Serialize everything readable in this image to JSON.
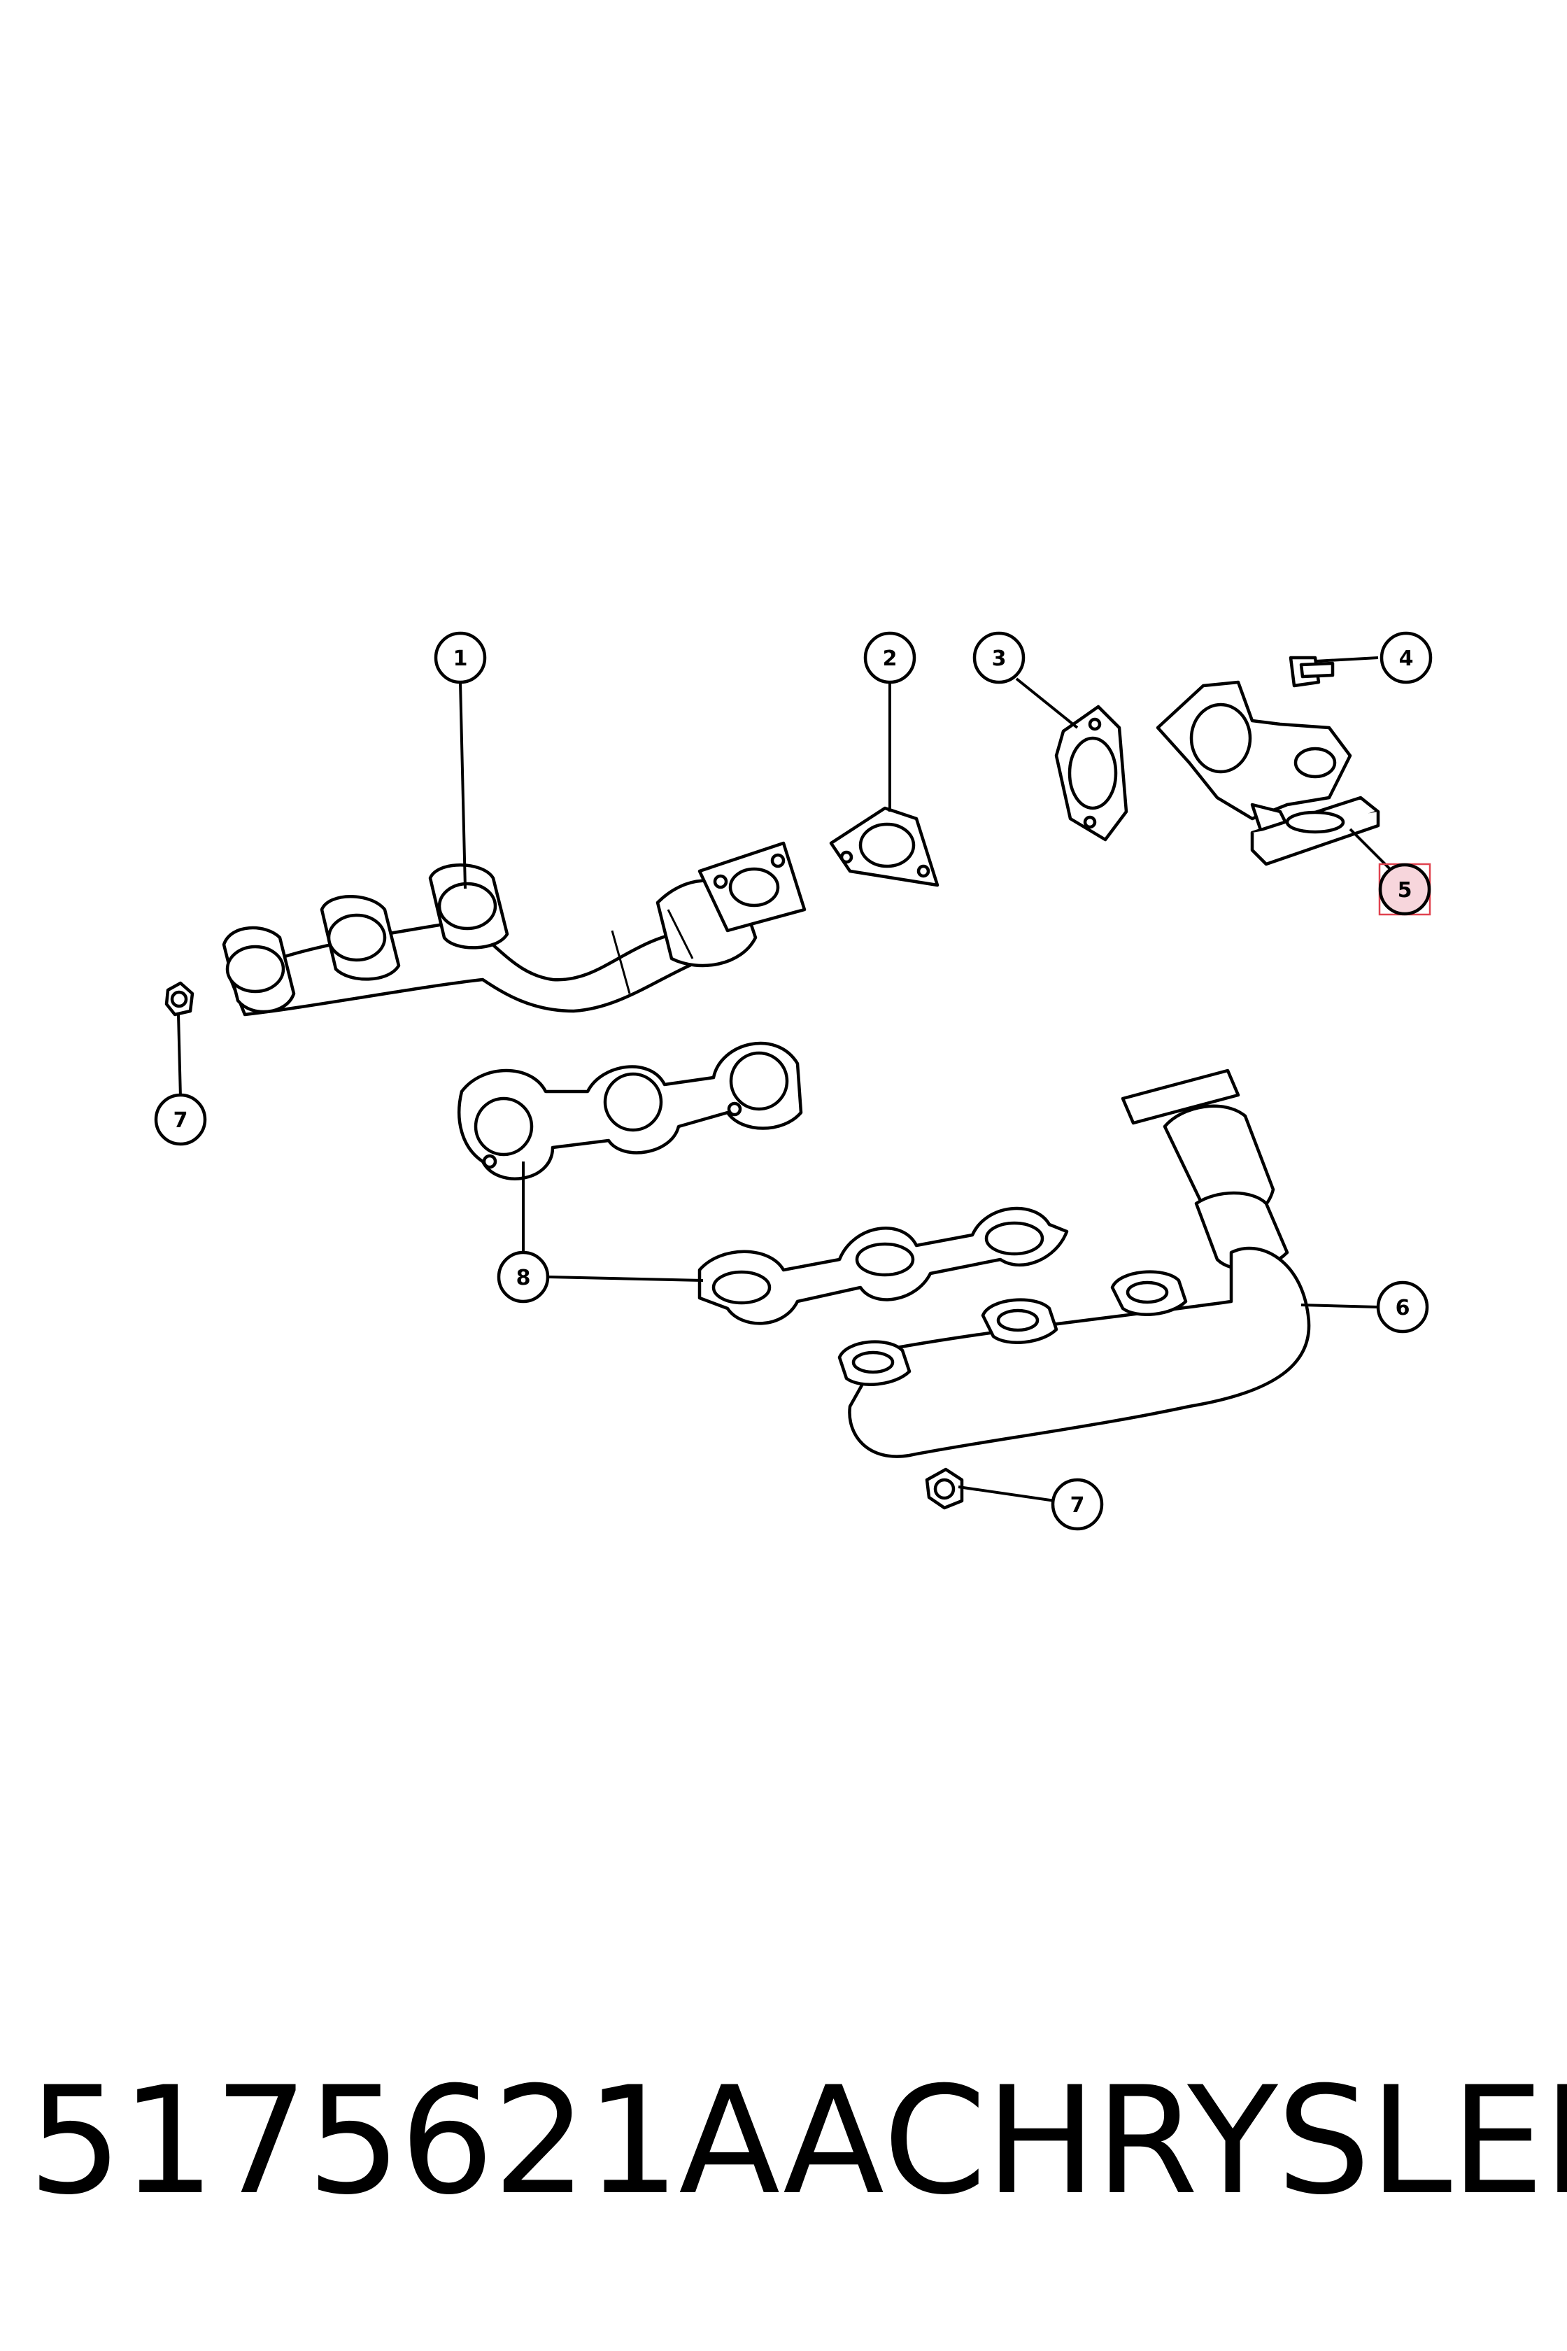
{
  "callouts": {
    "c1": "1",
    "c2": "2",
    "c3": "3",
    "c4": "4",
    "c5": "5",
    "c6": "6",
    "c7a": "7",
    "c7b": "7",
    "c8": "8"
  },
  "caption": {
    "part_number": "5175621AA",
    "brand": "CHRYSLER"
  },
  "colors": {
    "highlight_fill": "#f7d6dc",
    "highlight_stroke": "#e0424f"
  }
}
